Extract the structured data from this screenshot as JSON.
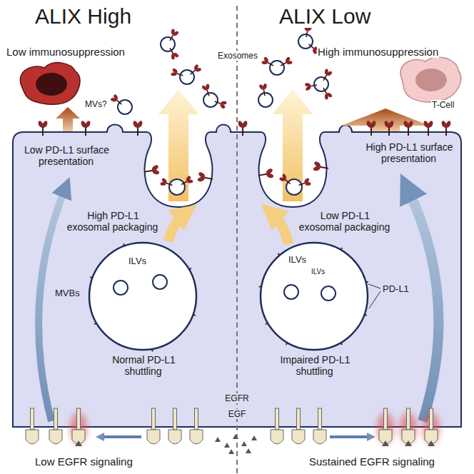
{
  "diagram": {
    "nodes": [
      {
        "text": [
          "ILVs"
        ]
      },
      {
        "text": [
          "ILVs",
          "ILVs"
        ]
      }
    ],
    "labels": [
      "ALIX High",
      "ALIX Low",
      "Low immunosuppression",
      "High immunosuppression",
      "Exosomes",
      "MVs?",
      "T-Cell",
      "Low PD-L1 surface presentation",
      "High PD-L1 surface presentation",
      "High PD-L1 exosomal packaging",
      "Low PD-L1 exosomal packaging",
      "MVBs",
      "PD-L1",
      "Normal PD-L1 shuttling",
      "Impaired PD-L1 shuttling",
      "EGFR",
      "EGF",
      "Low EGFR signaling",
      "Sustained EGFR signaling"
    ]
  }
}
